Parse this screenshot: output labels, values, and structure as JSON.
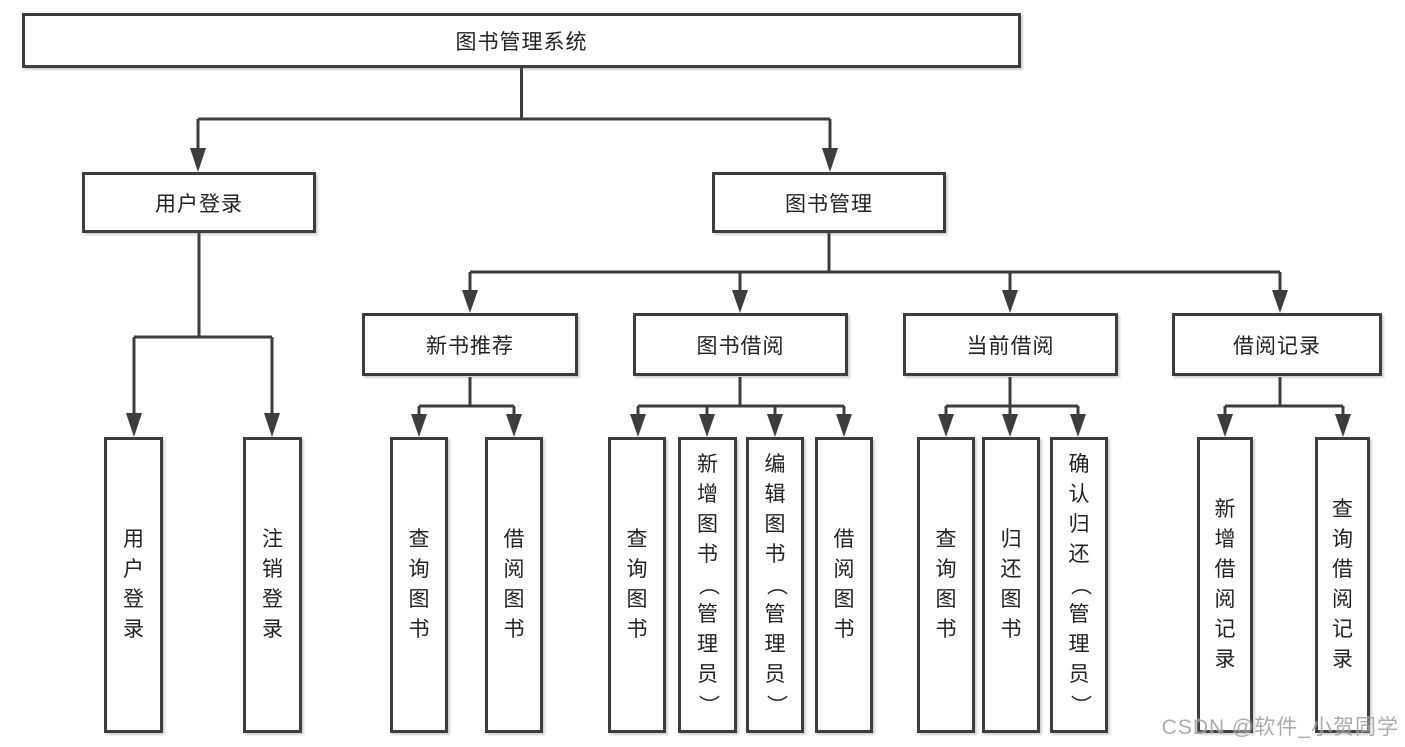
{
  "diagram": {
    "type": "hierarchy",
    "tree": {
      "label": "图书管理系统",
      "children": [
        {
          "label": "用户登录",
          "children": [
            {
              "label": "用户登录"
            },
            {
              "label": "注销登录"
            }
          ]
        },
        {
          "label": "图书管理",
          "children": [
            {
              "label": "新书推荐",
              "children": [
                {
                  "label": "查询图书"
                },
                {
                  "label": "借阅图书"
                }
              ]
            },
            {
              "label": "图书借阅",
              "children": [
                {
                  "label": "查询图书"
                },
                {
                  "label": "新增图书（管理员）"
                },
                {
                  "label": "编辑图书（管理员）"
                },
                {
                  "label": "借阅图书"
                }
              ]
            },
            {
              "label": "当前借阅",
              "children": [
                {
                  "label": "查询图书"
                },
                {
                  "label": "归还图书"
                },
                {
                  "label": "确认归还（管理员）"
                }
              ]
            },
            {
              "label": "借阅记录",
              "children": [
                {
                  "label": "新增借阅记录"
                },
                {
                  "label": "查询借阅记录"
                }
              ]
            }
          ]
        }
      ]
    }
  },
  "watermark": "CSDN @软件_小贺同学",
  "colors": {
    "line": "#3d3d3d",
    "text": "#222222",
    "bg": "#ffffff",
    "watermark": "#9e9e9e"
  }
}
